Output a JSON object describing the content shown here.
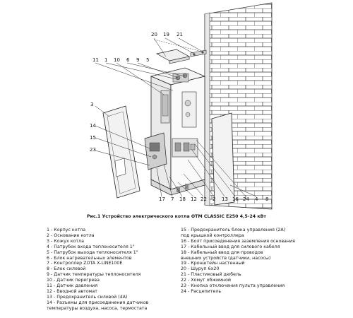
{
  "figure": {
    "caption": "Рис.1 Устройство электрического котла ОТМ CLASSIC E250 4,5-24 кВт",
    "callouts": [
      "1",
      "2",
      "3",
      "4",
      "5",
      "6",
      "7",
      "8",
      "9",
      "10",
      "11",
      "12",
      "13",
      "14",
      "15",
      "16",
      "17",
      "18",
      "19",
      "20",
      "21",
      "22",
      "23",
      "24"
    ]
  },
  "legend_left": [
    "1 - Корпус котла",
    "2 - Основание котла",
    "3 - Кожух котла",
    "4 - Патрубок входа теплоносителя 1\"",
    "5 - Патрубок выхода теплоносителя 1\"",
    "6 - Блок нагревательных элементов",
    "7 - Контроллер ZOTA X-LINE100E",
    "8 - Блок силовой",
    "9 - Датчик температуры теплоносителя",
    "10 - Датчик перегрева",
    "11 - Датчик давления",
    "12 - Вводной автомат",
    "13 - Предохранитель силовой (4А)",
    "14 - Разъемы для присоединения датчиков",
    "температуры воздуха, насоса, термостата"
  ],
  "legend_right": [
    "15 - Предохранитель блока управления (2А)",
    "под крышкой контроллера",
    "16 - Болт присоединения заземления основания",
    "17 - Кабельный ввод для силового кабеля",
    "18 - Кабельный ввод для проводов",
    "внешних устройств (датчики, насосы)",
    "19 - Кронштейн настенный",
    "20 - Шуруп 6х20",
    "21 - Пластиковый дюбель",
    "22 - Хомут обжимной",
    "23 - Кнопка отключения пульта управления",
    "24 - Расцепитель"
  ]
}
